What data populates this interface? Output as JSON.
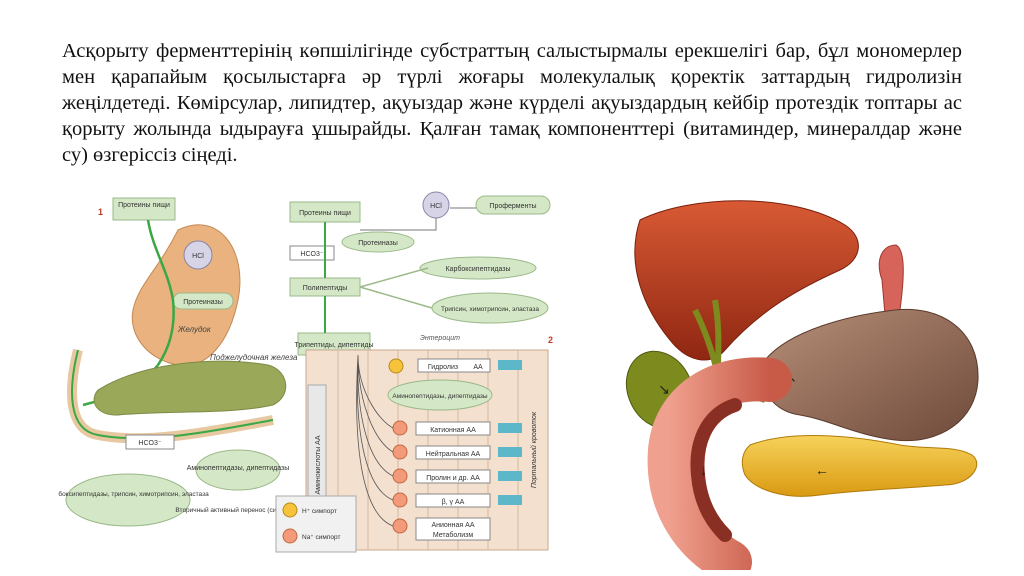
{
  "paragraph": "Асқорыту ферменттерінің көпшілігінде субстраттың салыстырмалы ерекшелігі бар, бұл мономерлер мен қарапайым қосылыстарға әр түрлі жоғары молекулалық қоректік заттардың гидролизін жеңілдетеді. Көмірсулар, липидтер, ақуыздар және күрделі ақуыздардың кейбір протездік топтары ас қорыту жолында ыдырауға ұшырайды. Қалған тамақ компоненттері (витаминдер, минералдар және су) өзгеріссіз сіңеді.",
  "diagram": {
    "panel1_number": "1",
    "panel2_number": "2",
    "stomach": {
      "protein_food_label": "Протеины пищи",
      "hcl_label": "HCl",
      "proteases_label": "Протеиназы",
      "stomach_label": "Желудок",
      "pancreas_label": "Поджелудочная железа",
      "hco3_label": "HCO3⁻",
      "aminopeptidases_label": "Аминопептидазы, дипептидазы",
      "pancreatic_enzymes_label": "Карбоксипептидазы, трипсин, химотрипсин, эластаза"
    },
    "flow": {
      "protein_food_label": "Протеины пищи",
      "hcl_label": "HCl",
      "proenzymes_label": "Проферменты",
      "hco3_label": "HCO3⁻",
      "proteinases_label": "Протеиназы",
      "carboxypeptidases_label": "Карбоксипептидазы",
      "polypeptides_label": "Полипептиды",
      "trypsin_label": "Трипсин, химотрипсин, эластаза",
      "tripeptides_label": "Трипептиды, дипептиды",
      "enterocyte_label": "Энтероцит",
      "hydrolysis_label": "Гидролиз",
      "aa_label": "АА",
      "aminopeptidases_label": "Аминопептидазы, дипептидазы",
      "aminoacids_side_label": "Аминокислоты АА",
      "portal_vein_label": "Портальный кровоток",
      "transporters": [
        "Катионная АА",
        "Нейтральная АА",
        "Пролин и др. АА",
        "β, γ АА",
        "Анионная АА"
      ],
      "metabolism_label": "Метаболизм",
      "legend_title": "Вторичный активный перенос (симпорт)",
      "legend_h_label": "H⁺ симпорт",
      "legend_na_label": "Na⁺ симпорт"
    }
  },
  "colors": {
    "green_box": "#d4e7c6",
    "green_arrow": "#3aa845",
    "stomach": "#e9b27f",
    "pancreas": "#9aa85a",
    "liver": "#b63a1c",
    "intestine": "#e8806c",
    "pancreas_organ": "#f2b828",
    "gallbladder": "#7c8a1e"
  }
}
